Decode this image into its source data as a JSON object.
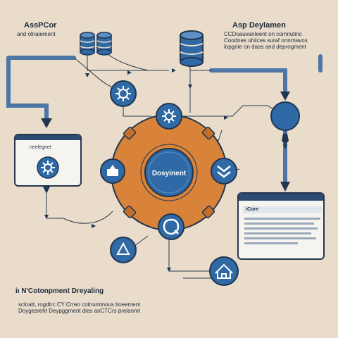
{
  "top_left": {
    "title": "AssPCor",
    "subtitle": "and olnaiement"
  },
  "top_right": {
    "title": "Asp Deylamen",
    "body": "CCDoauvanleent on comnutinc\nCoodnes uhiices suraf onnrnavos\nlopgnie on daas and deprogment"
  },
  "center": {
    "label": "Dosyinent"
  },
  "left_panel": {
    "label": "neelegnet"
  },
  "right_panel": {
    "label": "iCore"
  },
  "bottom_left": {
    "title": "iı N'Cotonpment Dreyaling",
    "body": "scloatt, rogdtrc CY Crreo cotnumtnous tioeement\nDoygesreht Deypggment dies anCTCrs prelanmt"
  },
  "icons": [
    "database-icon",
    "database-icon",
    "database-icon",
    "gear-icon",
    "gear-icon",
    "scale-icon",
    "chevron-down-icon",
    "shield-icon",
    "triangle-icon",
    "home-icon",
    "gear-icon"
  ],
  "colors": {
    "background": "#e9dccb",
    "accent_orange": "#d8823a",
    "accent_blue": "#2f6aa6",
    "dark_navy": "#1f3550",
    "connector": "#4c76a6"
  }
}
